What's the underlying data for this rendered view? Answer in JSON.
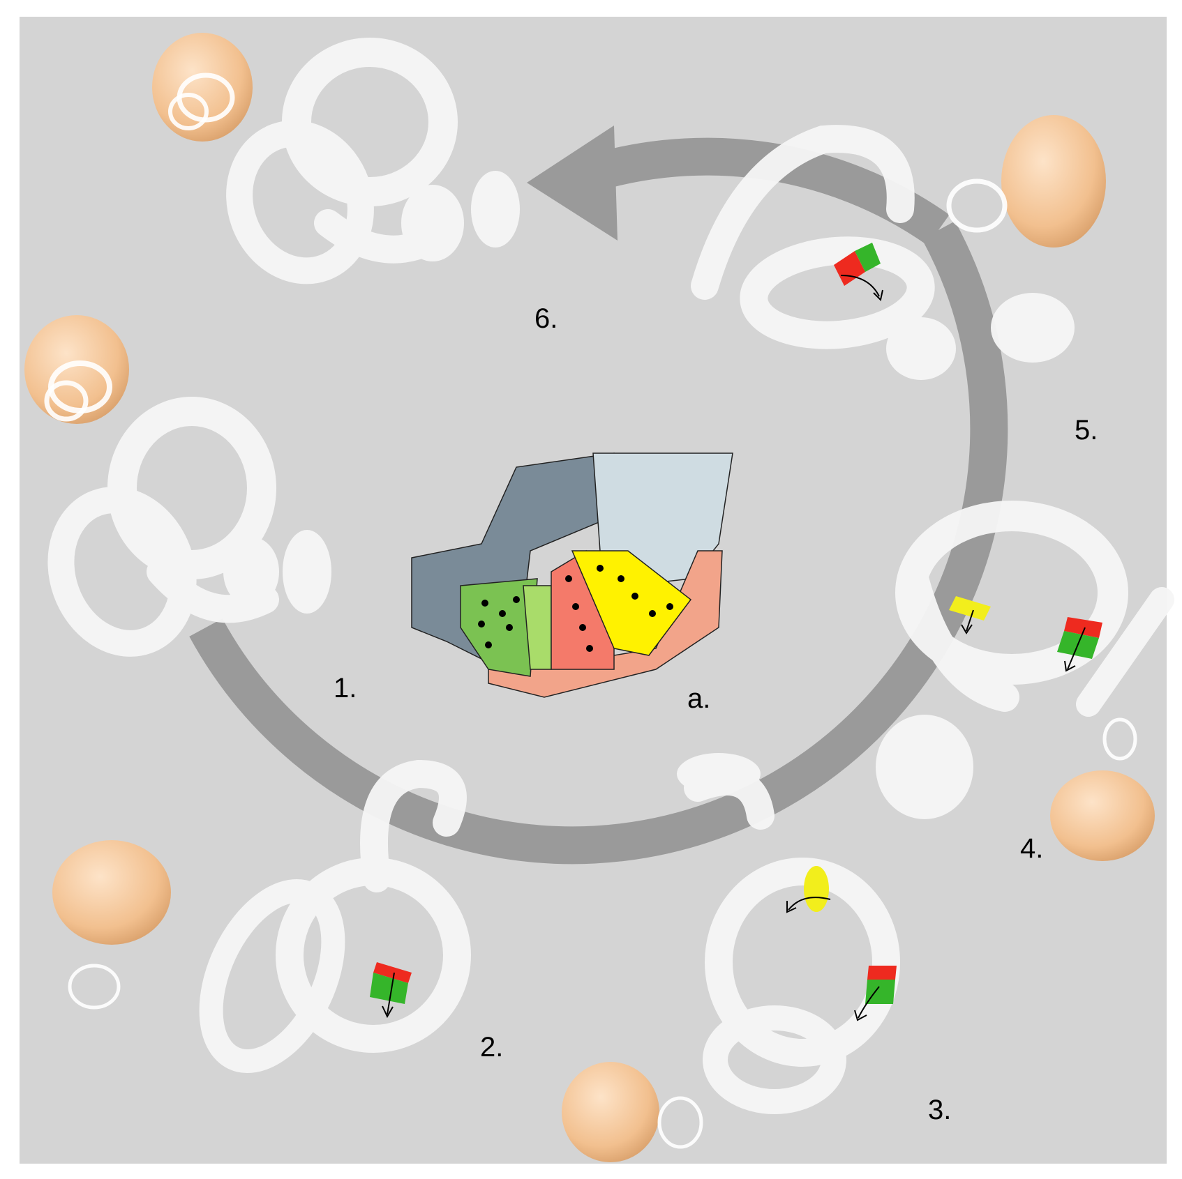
{
  "figure": {
    "background_color": "#d4d4d4",
    "panel_border_color": "#ffffff",
    "cycle_arrow_color": "#9a9a9a",
    "canal_color": "#f6f6f6",
    "head_color": "#f7c9a0",
    "highlight_colors": {
      "red": "#ee2a1f",
      "green": "#35b52a",
      "yellow": "#f2ee1c"
    },
    "center_label": "a.",
    "steps": [
      {
        "label": "1."
      },
      {
        "label": "2."
      },
      {
        "label": "3."
      },
      {
        "label": "4."
      },
      {
        "label": "5."
      },
      {
        "label": "6."
      }
    ],
    "cross_section": {
      "region_colors": {
        "blue_gray": "#7a8b98",
        "light_blue": "#cfdce2",
        "salmon": "#f2a48a",
        "green": "#7bc252",
        "light_green": "#a9dc6a",
        "red": "#f47a6a",
        "yellow": "#fff200"
      }
    }
  }
}
